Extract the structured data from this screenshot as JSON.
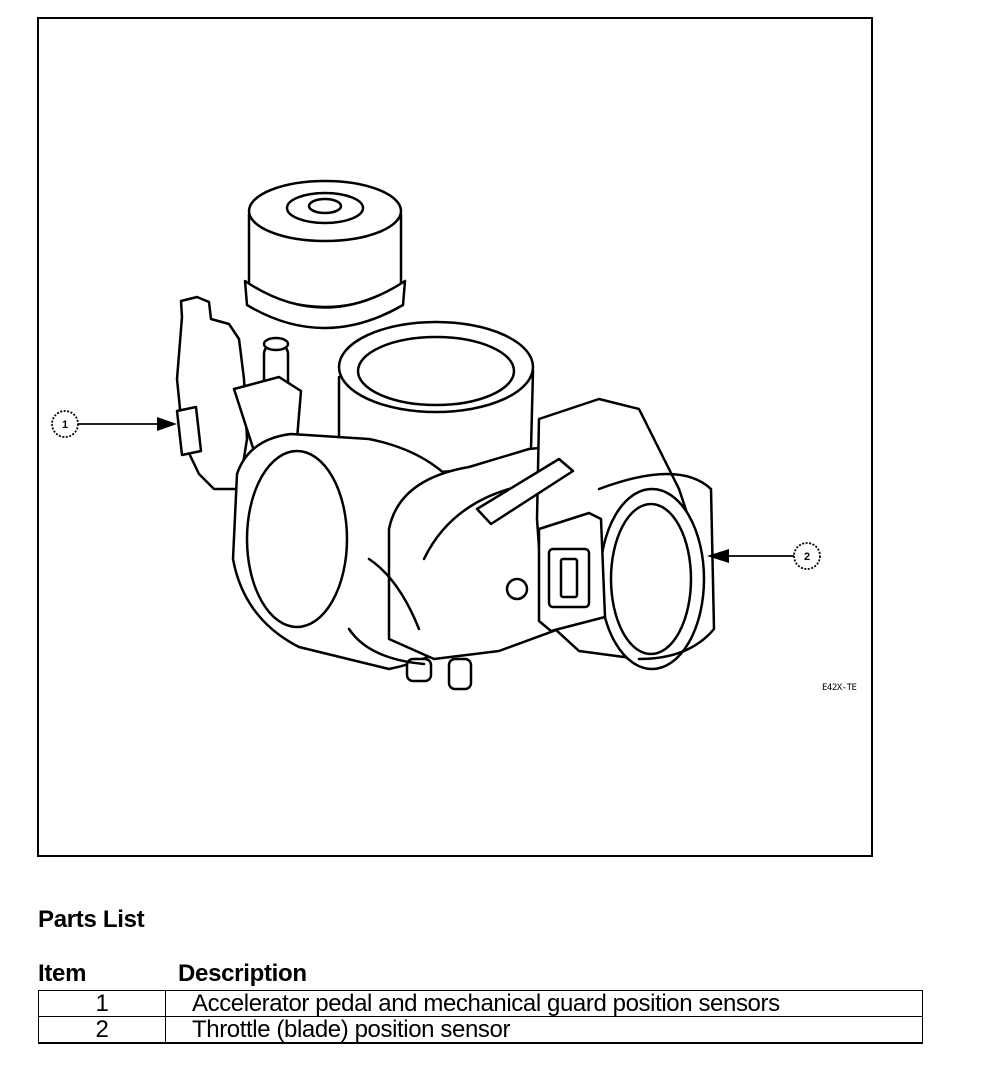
{
  "figure": {
    "callouts": [
      "1",
      "2"
    ],
    "code": "E42X-TE"
  },
  "parts_list": {
    "title": "Parts List",
    "headers": {
      "item": "Item",
      "description": "Description"
    },
    "rows": [
      {
        "item": "1",
        "description": "Accelerator pedal and mechanical guard position sensors"
      },
      {
        "item": "2",
        "description": "Throttle (blade) position sensor"
      }
    ]
  }
}
